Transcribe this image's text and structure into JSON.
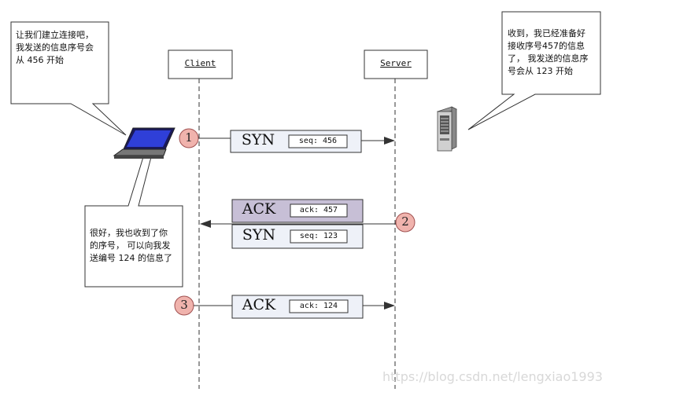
{
  "actors": {
    "client": "Client",
    "server": "Server"
  },
  "callouts": {
    "client_top": [
      "让我们建立连接吧，",
      "我发送的信息序号会",
      "从 456 开始"
    ],
    "server_top": [
      "收到，我已经准备好",
      "接收序号457的信息",
      "了，  我发送的信息序",
      "号会从 123 开始"
    ],
    "client_bottom": [
      "很好，我也收到了你",
      "的序号，  可以向我发",
      "送编号 124 的信息了"
    ]
  },
  "steps": [
    "1",
    "2",
    "3"
  ],
  "packets": [
    {
      "name": "SYN",
      "value": "seq: 456"
    },
    {
      "name": "ACK",
      "value": "ack: 457"
    },
    {
      "name": "SYN",
      "value": "seq: 123"
    },
    {
      "name": "ACK",
      "value": "ack: 124"
    }
  ],
  "colors": {
    "packet_fill": "#eef1f8",
    "packet_ack_fill": "#c7bfd6",
    "step_fill": "#f0b3ad",
    "step_stroke": "#a05050"
  },
  "icons": {
    "client": "laptop-icon",
    "server": "server-icon"
  },
  "watermark": "https://blog.csdn.net/lengxiao1993"
}
